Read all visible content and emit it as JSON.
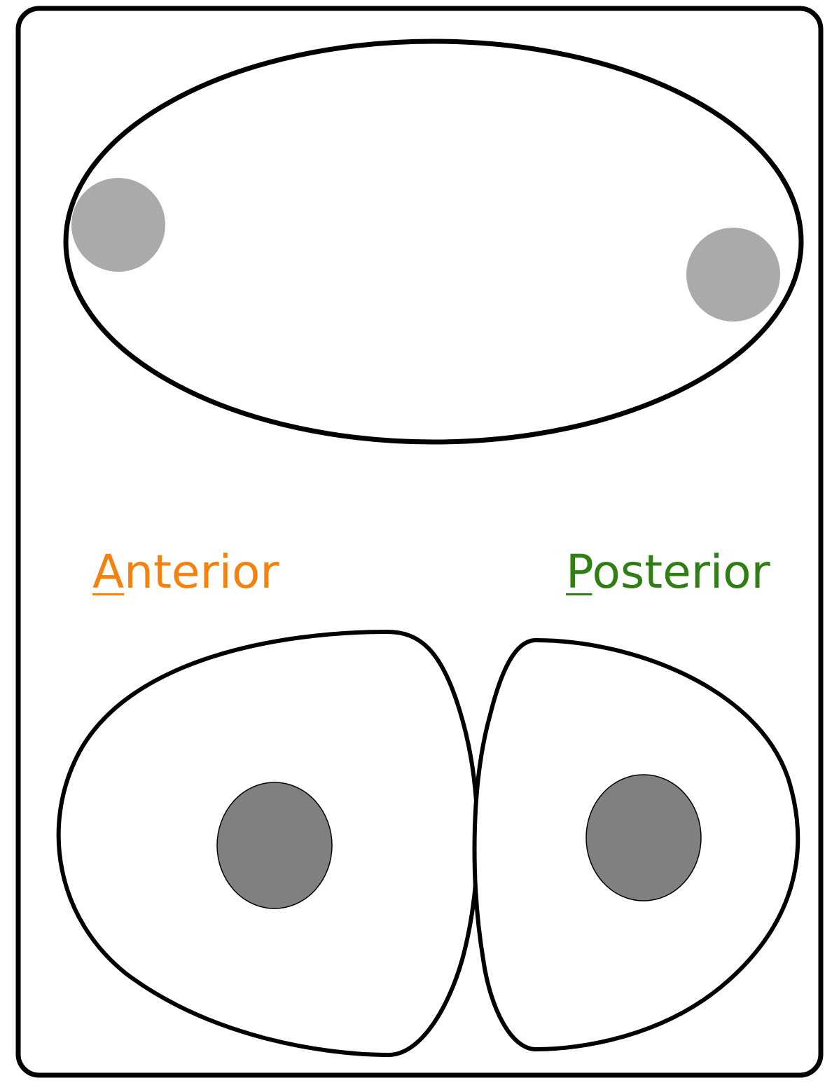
{
  "labels": {
    "anterior": {
      "initial": "A",
      "rest": "nterior"
    },
    "posterior": {
      "initial": "P",
      "rest": "osterior"
    }
  },
  "colors": {
    "outline": "#000000",
    "background": "#ffffff",
    "anterior": "#f5820f",
    "posterior": "#2f7f14",
    "granule": "#aaaaaa",
    "nucleus": "#808080"
  }
}
